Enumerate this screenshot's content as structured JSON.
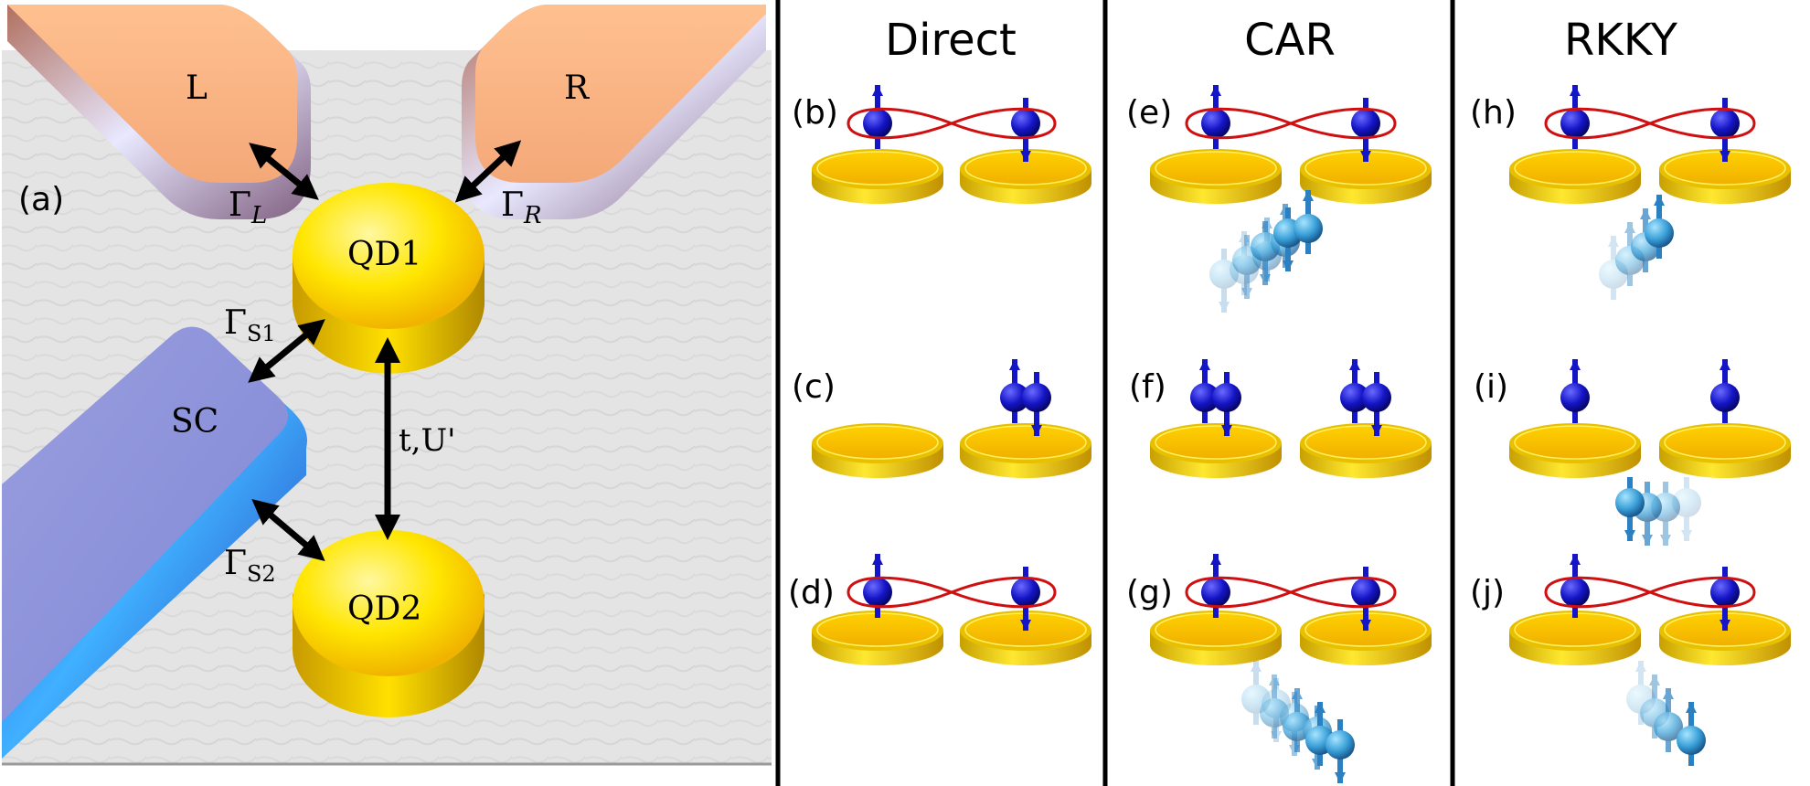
{
  "panel_a": {
    "label": "(a)",
    "lead_left": "L",
    "lead_right": "R",
    "superconductor": "SC",
    "dot1": "QD1",
    "dot2": "QD2",
    "coupling_left": "Γ",
    "coupling_left_sub": "L",
    "coupling_right": "Γ",
    "coupling_right_sub": "R",
    "coupling_s1": "Γ",
    "coupling_s1_sub": "S1",
    "coupling_s2": "Γ",
    "coupling_s2_sub": "S2",
    "interdot": "t,U'"
  },
  "columns": [
    {
      "title": "Direct",
      "labels": [
        "(b)",
        "(c)",
        "(d)"
      ]
    },
    {
      "title": "CAR",
      "labels": [
        "(e)",
        "(f)",
        "(g)"
      ]
    },
    {
      "title": "RKKY",
      "labels": [
        "(h)",
        "(i)",
        "(j)"
      ]
    }
  ],
  "colors": {
    "lead": "#f4a878",
    "superconductor": "#8a8fd8",
    "dot": "#f5d000",
    "spin": "#1515c8",
    "spin_light": "#3aa0d8",
    "entangle": "#d01010"
  }
}
